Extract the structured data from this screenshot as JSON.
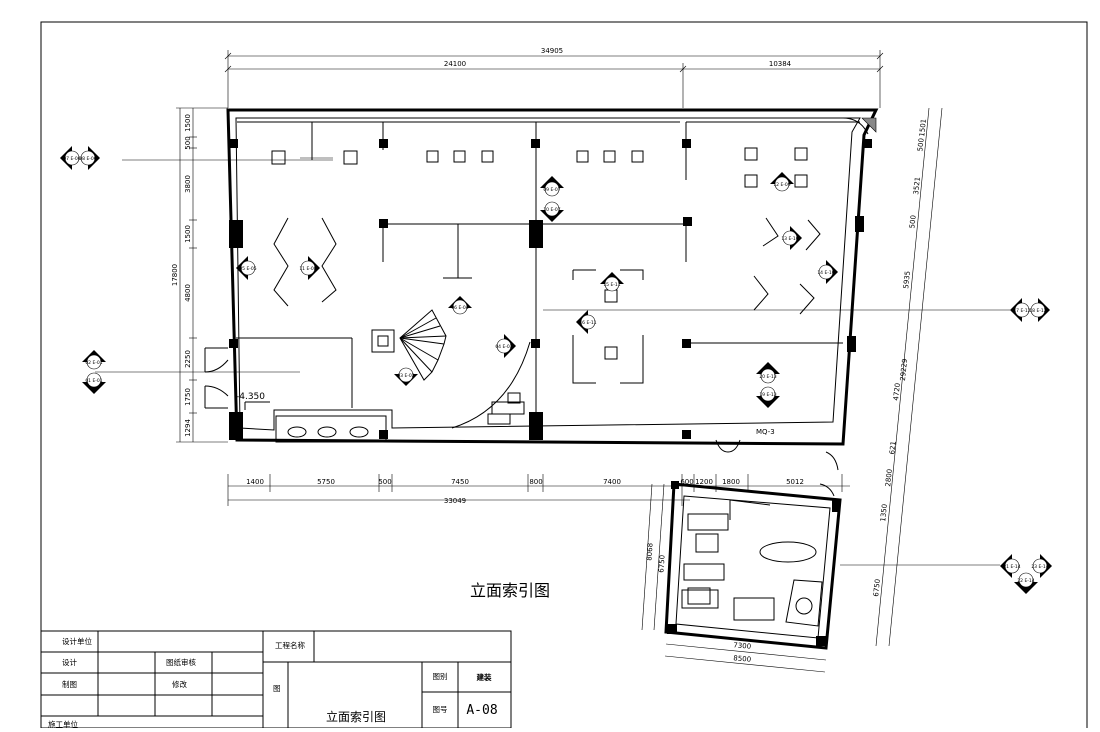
{
  "drawing": {
    "title": "立面索引图",
    "level_mark": "-4.350",
    "door_tag": "MQ-3"
  },
  "dimensions": {
    "top_total": "34905",
    "top_left": "24100",
    "top_right": "10384",
    "left_total": "17800",
    "left_segments": [
      "1500",
      "500",
      "3800",
      "1500",
      "4800",
      "2250",
      "1750",
      "1294"
    ],
    "bottom_segments": [
      "1400",
      "5750",
      "500",
      "7450",
      "800",
      "7400",
      "600",
      "1200",
      "1800",
      "5012"
    ],
    "bottom_total": "33049",
    "right_segments": [
      "1501",
      "500",
      "3521",
      "500",
      "5935",
      "4720",
      "621",
      "2800",
      "1350",
      "6750"
    ],
    "right_total": "29229",
    "annex_left": [
      "8068",
      "6750"
    ],
    "annex_bottom": [
      "7300",
      "8500"
    ]
  },
  "markers": [
    {
      "id": "m1",
      "codes": [
        "07 E-06",
        "08 E-06"
      ]
    },
    {
      "id": "m2",
      "codes": [
        "02 E-01",
        "01 E-01"
      ]
    },
    {
      "id": "m3",
      "codes": [
        "05 E-05"
      ]
    },
    {
      "id": "m4",
      "codes": [
        "11 E-08"
      ]
    },
    {
      "id": "m5",
      "codes": [
        "09 E-07",
        "10 E-07"
      ]
    },
    {
      "id": "m6",
      "codes": [
        "06 E-04"
      ]
    },
    {
      "id": "m7",
      "codes": [
        "03 E-02"
      ]
    },
    {
      "id": "m8",
      "codes": [
        "04 E-03"
      ]
    },
    {
      "id": "m9",
      "codes": [
        "15 E-11"
      ]
    },
    {
      "id": "m10",
      "codes": [
        "16 E-11"
      ]
    },
    {
      "id": "m11",
      "codes": [
        "12 E-09"
      ]
    },
    {
      "id": "m12",
      "codes": [
        "13 E-10"
      ]
    },
    {
      "id": "m13",
      "codes": [
        "14 E-10"
      ]
    },
    {
      "id": "m14",
      "codes": [
        "20 E-13",
        "19 E-13"
      ]
    },
    {
      "id": "m15",
      "codes": [
        "17 E-12",
        "18 E-12"
      ]
    },
    {
      "id": "m16",
      "codes": [
        "21 E-14",
        "23 E-14",
        "22 E-14"
      ]
    }
  ],
  "title_block": {
    "design_unit": "设计单位",
    "design": "设计",
    "drawing": "制图",
    "construction_unit": "施工单位",
    "review": "图纸审核",
    "revise": "修改",
    "project_name": "工程名称",
    "figure": "图",
    "figure_name": "立面索引图",
    "category_label": "图别",
    "category_value": "建装",
    "number_label": "图号",
    "number_value": "A-08"
  }
}
